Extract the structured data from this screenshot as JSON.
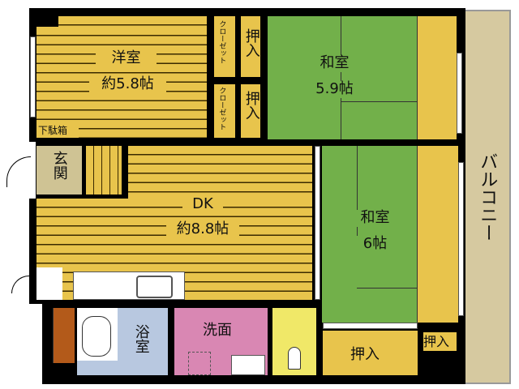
{
  "rooms": {
    "western": {
      "name": "洋室",
      "size": "約5.8帖"
    },
    "closet1": "クローゼット",
    "closet2": "クローゼット",
    "oshiire1": "押入",
    "oshiire2": "押入",
    "japanese1": {
      "name": "和室",
      "size": "5.9帖"
    },
    "shoe_box": "下駄箱",
    "entrance": "玄関",
    "dk": {
      "name": "DK",
      "size": "約8.8帖"
    },
    "japanese2": {
      "name": "和室",
      "size": "6帖"
    },
    "balcony": "バルコニー",
    "bath": "浴室",
    "washroom": "洗面",
    "oshiire3": "押入",
    "oshiire4": "押入"
  },
  "colors": {
    "floor": "#e8c44c",
    "tatami": "#72b04a",
    "entrance": "#cfc394",
    "bath": "#b8c8e0",
    "washroom": "#d987b3",
    "toilet": "#f0e868",
    "balcony": "#d6c9a0"
  }
}
